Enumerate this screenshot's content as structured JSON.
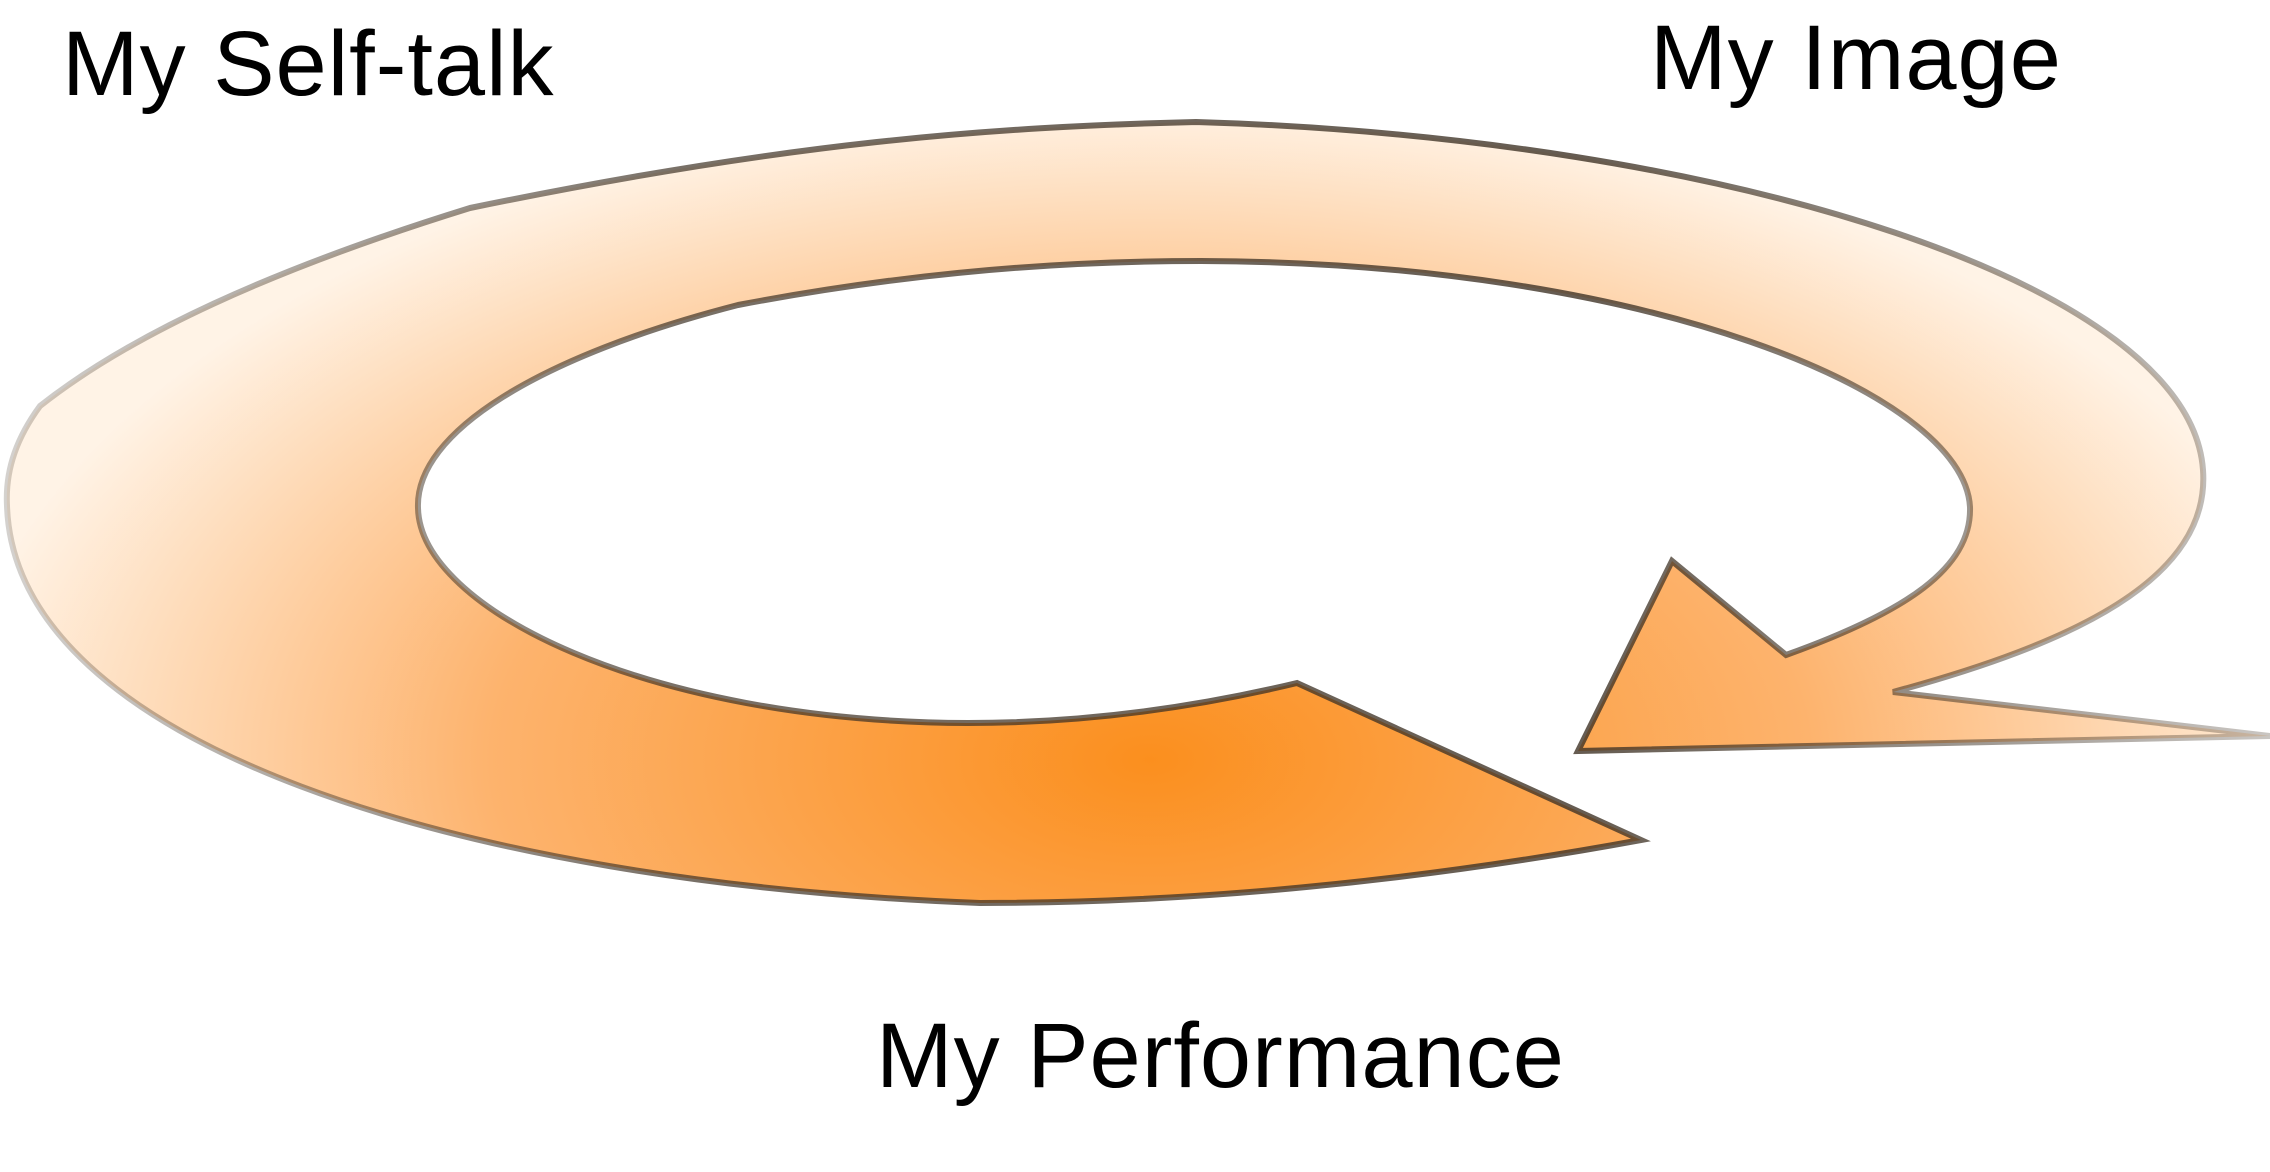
{
  "labels": {
    "self_talk": "My Self-talk",
    "image": "My Image",
    "performance": "My Performance"
  },
  "arrow": {
    "fill_color_center": "#fb8f1e",
    "fill_color_mid": "#fdb36d",
    "fill_color_edge": "#fff3e6",
    "stroke_color": "#3f3326"
  }
}
